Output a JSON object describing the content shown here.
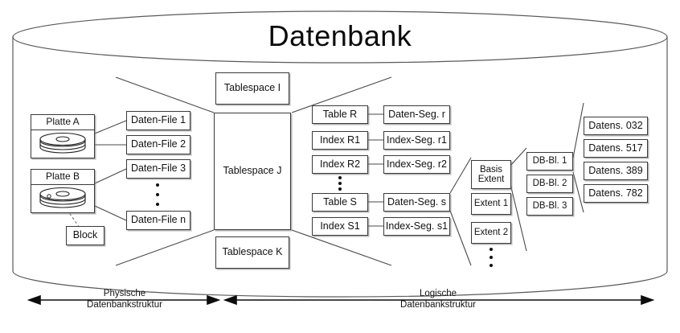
{
  "diagram": {
    "title": "Datenbank",
    "type": "database-architecture-diagram",
    "language": "de"
  },
  "physical": {
    "disks": [
      {
        "name": "disk-a",
        "label": "Platte A"
      },
      {
        "name": "disk-b",
        "label": "Platte B"
      }
    ],
    "block": {
      "label": "Block"
    },
    "data_files": [
      {
        "label": "Daten-File 1"
      },
      {
        "label": "Daten-File 2"
      },
      {
        "label": "Daten-File 3"
      },
      {
        "label": "Daten-File n"
      }
    ]
  },
  "tablespaces": [
    {
      "label": "Tablespace I"
    },
    {
      "label": "Tablespace J"
    },
    {
      "label": "Tablespace K"
    }
  ],
  "objects": [
    {
      "label": "Table R"
    },
    {
      "label": "Index R1"
    },
    {
      "label": "Index R2"
    },
    {
      "label": "Table S"
    },
    {
      "label": "Index S1"
    }
  ],
  "segments": [
    {
      "label": "Daten-Seg. r"
    },
    {
      "label": "Index-Seg. r1"
    },
    {
      "label": "Index-Seg. r2"
    },
    {
      "label": "Daten-Seg. s"
    },
    {
      "label": "Index-Seg. s1"
    }
  ],
  "extents": [
    {
      "label_line1": "Basis",
      "label_line2": "Extent"
    },
    {
      "label_line1": "Extent 1",
      "label_line2": ""
    },
    {
      "label_line1": "Extent 2",
      "label_line2": ""
    }
  ],
  "db_blocks": [
    {
      "label": "DB-Bl. 1"
    },
    {
      "label": "DB-Bl. 2"
    },
    {
      "label": "DB-Bl. 3"
    }
  ],
  "records": [
    {
      "label": "Datens. 032"
    },
    {
      "label": "Datens. 517"
    },
    {
      "label": "Datens. 389"
    },
    {
      "label": "Datens. 782"
    }
  ],
  "axes": [
    {
      "line1": "Physische",
      "line2": "Datenbankstruktur"
    },
    {
      "line1": "Logische",
      "line2": "Datenbankstruktur"
    }
  ],
  "colors": {
    "stroke": "#3a3a3a",
    "text": "#111111",
    "background": "#ffffff",
    "shadow": "#787878"
  }
}
